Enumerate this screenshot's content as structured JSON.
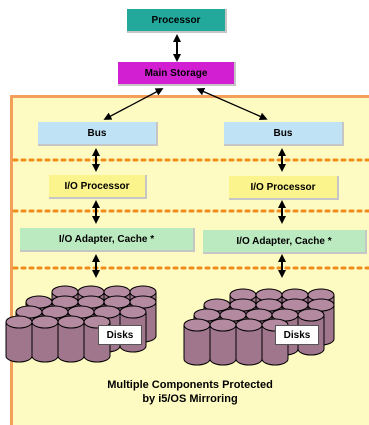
{
  "processor": "Processor",
  "main_storage": "Main Storage",
  "columns": [
    {
      "bus": "Bus",
      "io_processor": "I/O Processor",
      "io_adapter": "I/O Adapter, Cache *",
      "disks": "Disks"
    },
    {
      "bus": "Bus",
      "io_processor": "I/O Processor",
      "io_adapter": "I/O Adapter, Cache *",
      "disks": "Disks"
    }
  ],
  "caption_line1": "Multiple Components Protected",
  "caption_line2": "by i5/OS Mirroring",
  "colors": {
    "processor": "#23a99c",
    "main_storage": "#d21fd2",
    "panel": "#fefbc2",
    "panel_border": "#f2a05a",
    "bus": "#bfe2f5",
    "io_processor": "#fbf38b",
    "io_adapter": "#bceac0",
    "disk": "#a0768c",
    "dotted_line": "#f08c1a"
  }
}
